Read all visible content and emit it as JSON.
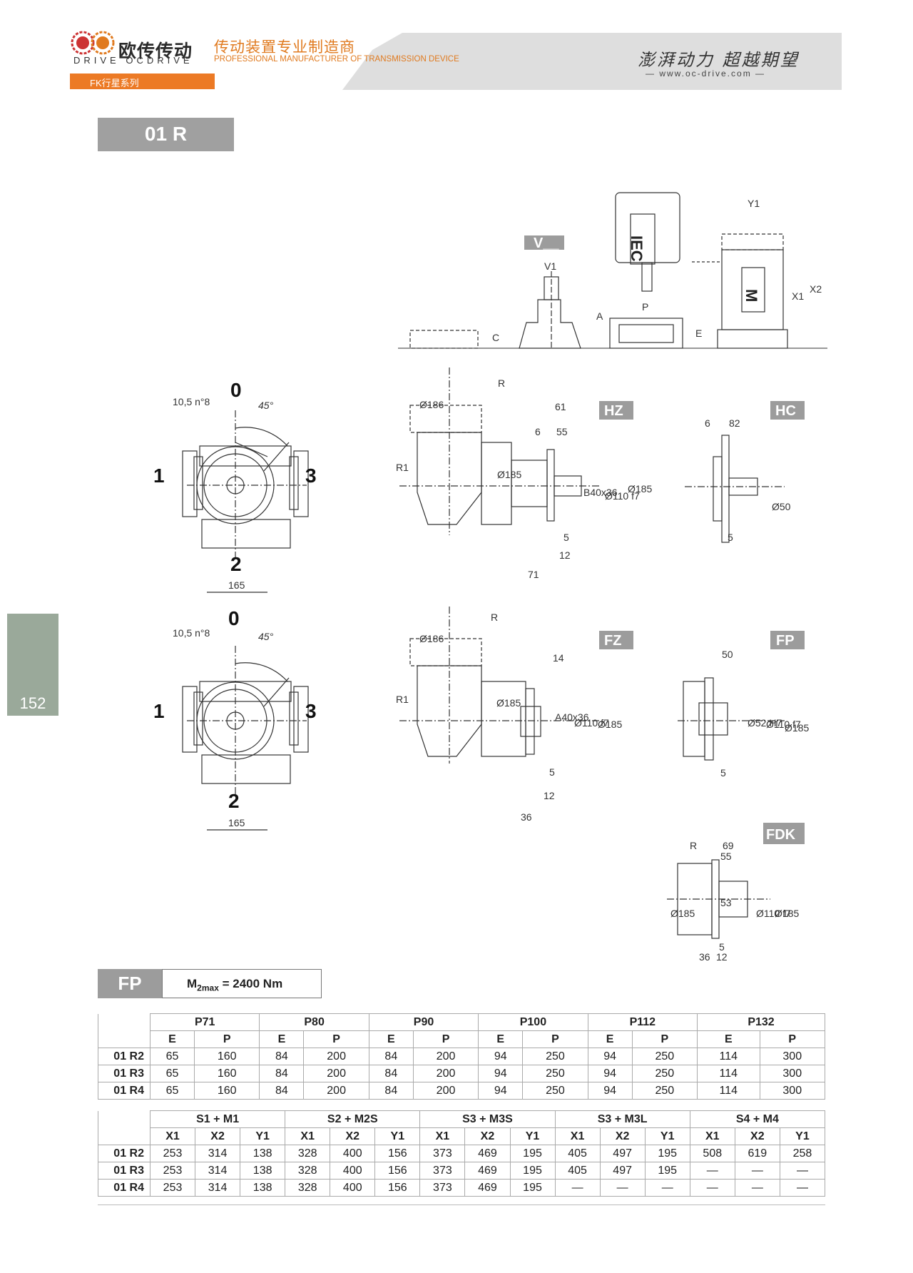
{
  "header": {
    "brand_cn": "欧传传动",
    "brand_en": "DRIVE OCDRIVE",
    "slogan_cn": "传动装置专业制造商",
    "slogan_en": "PROFESSIONAL MANUFACTURER OF TRANSMISSION DEVICE",
    "motto": "澎湃动力 超越期望",
    "website": "— www.oc-drive.com —",
    "series": "FK行星系列"
  },
  "model": "01 R",
  "page_number": "152",
  "drawings": {
    "tags": [
      "V__",
      "HZ",
      "HC",
      "FZ",
      "FP",
      "FDK"
    ],
    "iec_label": "IEC",
    "motor_label": "M",
    "positions": [
      "0",
      "1",
      "2",
      "3"
    ],
    "bolt_note": "10,5 n°8",
    "angle": "45°",
    "width_165": "165",
    "dims": {
      "v1": "V1",
      "c": "C",
      "a": "A",
      "p": "P",
      "e": "E",
      "x1": "X1",
      "x2": "X2",
      "y1": "Y1",
      "r": "R",
      "r1": "R1",
      "d186": "Ø186",
      "d185": "Ø185",
      "hz_61": "61",
      "hz_6": "6",
      "hz_55": "55",
      "hz_b40": "B40x36",
      "hz_110": "Ø110 f7",
      "hz_5": "5",
      "hz_12": "12",
      "hz_71": "71",
      "hc_6": "6",
      "hc_82": "82",
      "hc_50": "Ø50",
      "hc_5": "5",
      "fz_14": "14",
      "fz_a40": "A40x36",
      "fz_5": "5",
      "fz_12": "12",
      "fz_36": "36",
      "fp_50": "50",
      "fp_52": "Ø52 H7",
      "fp_5": "5",
      "fdk_69": "69",
      "fdk_55": "55",
      "fdk_53": "53",
      "fdk_5": "5",
      "fdk_36": "36",
      "fdk_12": "12"
    }
  },
  "fp_label": "FP",
  "torque": {
    "prefix": "M",
    "sub": "2max",
    "value": "= 2400 Nm"
  },
  "table1": {
    "groups": [
      "P71",
      "P80",
      "P90",
      "P100",
      "P112",
      "P132"
    ],
    "sub": [
      "E",
      "P"
    ],
    "rows": [
      {
        "label": "01 R2",
        "values": [
          "65",
          "160",
          "84",
          "200",
          "84",
          "200",
          "94",
          "250",
          "94",
          "250",
          "114",
          "300"
        ]
      },
      {
        "label": "01 R3",
        "values": [
          "65",
          "160",
          "84",
          "200",
          "84",
          "200",
          "94",
          "250",
          "94",
          "250",
          "114",
          "300"
        ]
      },
      {
        "label": "01 R4",
        "values": [
          "65",
          "160",
          "84",
          "200",
          "84",
          "200",
          "94",
          "250",
          "94",
          "250",
          "114",
          "300"
        ]
      }
    ]
  },
  "table2": {
    "groups": [
      "S1 + M1",
      "S2 + M2S",
      "S3 + M3S",
      "S3 + M3L",
      "S4 + M4"
    ],
    "sub": [
      "X1",
      "X2",
      "Y1"
    ],
    "rows": [
      {
        "label": "01 R2",
        "values": [
          "253",
          "314",
          "138",
          "328",
          "400",
          "156",
          "373",
          "469",
          "195",
          "405",
          "497",
          "195",
          "508",
          "619",
          "258"
        ]
      },
      {
        "label": "01 R3",
        "values": [
          "253",
          "314",
          "138",
          "328",
          "400",
          "156",
          "373",
          "469",
          "195",
          "405",
          "497",
          "195",
          "—",
          "—",
          "—"
        ]
      },
      {
        "label": "01 R4",
        "values": [
          "253",
          "314",
          "138",
          "328",
          "400",
          "156",
          "373",
          "469",
          "195",
          "—",
          "—",
          "—",
          "—",
          "—",
          "—"
        ]
      }
    ]
  }
}
